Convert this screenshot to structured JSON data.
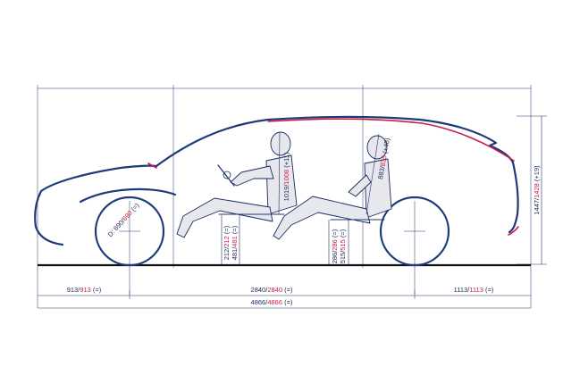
{
  "colors": {
    "outline": "#1d3a7a",
    "accent": "#c81e4a",
    "line": "#26306a",
    "person_fill": "#e6e8ee"
  },
  "dimensions": {
    "front_overhang": {
      "base": "913/",
      "new": "913",
      "change": " (=)"
    },
    "wheelbase": {
      "base": "2840/",
      "new": "2840",
      "change": " (=)"
    },
    "rear_overhang": {
      "base": "1113/",
      "new": "1113",
      "change": " (=)"
    },
    "overall_length": {
      "base": "4866/",
      "new": "4866",
      "change": " (=)"
    },
    "overall_height": {
      "base": "1447/",
      "new": "1428",
      "change": " (+19)"
    },
    "wheel_diameter": {
      "base": "D: 690/",
      "new": "690",
      "change": " (=)"
    },
    "front_headroom": {
      "base": "1019/",
      "new": "1008",
      "change": " (+11)"
    },
    "rear_headroom": {
      "base": "883/",
      "new": "835",
      "change": " (+48)"
    },
    "front_seat_height": {
      "base": "212/",
      "new": "212",
      "change": " (=)"
    },
    "front_hpoint_height": {
      "base": "481/",
      "new": "481",
      "change": " (=)"
    },
    "rear_seat_height": {
      "base": "286/",
      "new": "286",
      "change": " (=)"
    },
    "rear_hpoint_height": {
      "base": "515/",
      "new": "515",
      "change": " (=)"
    }
  }
}
